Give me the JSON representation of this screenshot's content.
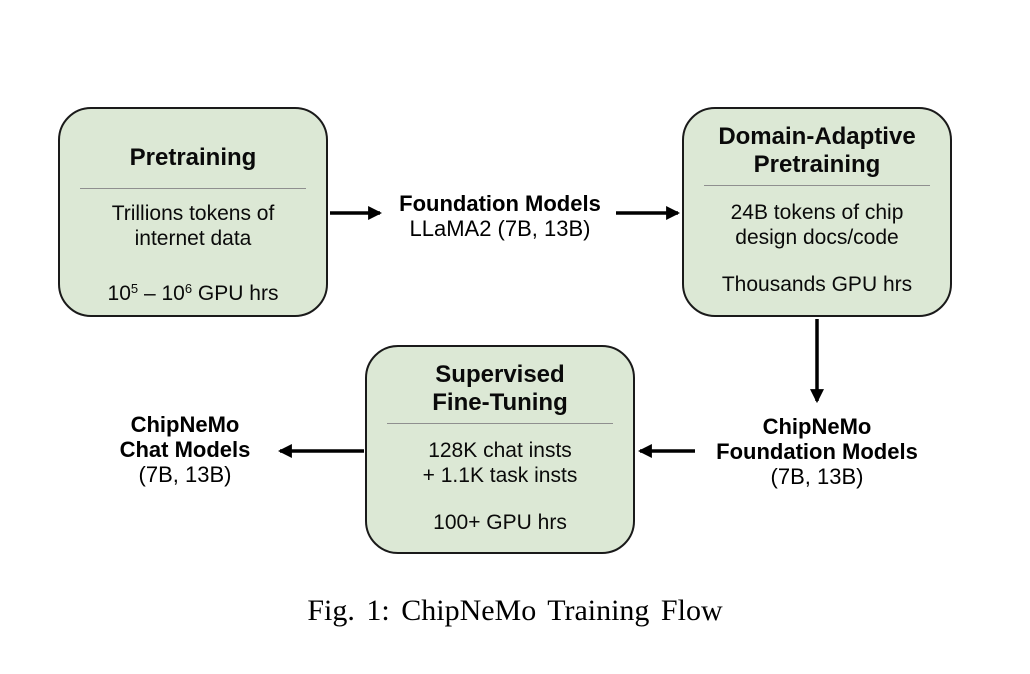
{
  "figure": {
    "caption": "Fig. 1: ChipNeMo Training Flow",
    "colors": {
      "background": "#ffffff",
      "box_fill": "#dce8d5",
      "box_border": "#1a1a1a",
      "divider": "#8f8f8f",
      "arrow": "#000000",
      "text": "#000000"
    },
    "boxes": {
      "pretraining": {
        "title": "Pretraining",
        "body_line1": "Trillions tokens of",
        "body_line2": "internet data",
        "gpu_base1": "10",
        "gpu_sup1": "5",
        "gpu_mid": " – 10",
        "gpu_sup2": "6",
        "gpu_tail": " GPU hrs"
      },
      "domain_adaptive": {
        "title_line1": "Domain-Adaptive",
        "title_line2": "Pretraining",
        "body_line1": "24B tokens of chip",
        "body_line2": "design docs/code",
        "gpu": "Thousands GPU hrs"
      },
      "supervised_finetuning": {
        "title_line1": "Supervised",
        "title_line2": "Fine-Tuning",
        "body_line1": "128K chat insts",
        "body_line2": "+ 1.1K task insts",
        "gpu": "100+ GPU hrs"
      }
    },
    "labels": {
      "foundation_models": {
        "line1": "Foundation Models",
        "line2": "LLaMA2 (7B, 13B)"
      },
      "chipnemo_foundation": {
        "line1": "ChipNeMo",
        "line2": "Foundation Models",
        "line3": "(7B, 13B)"
      },
      "chipnemo_chat": {
        "line1": "ChipNeMo",
        "line2": "Chat Models",
        "line3": "(7B, 13B)"
      }
    }
  }
}
